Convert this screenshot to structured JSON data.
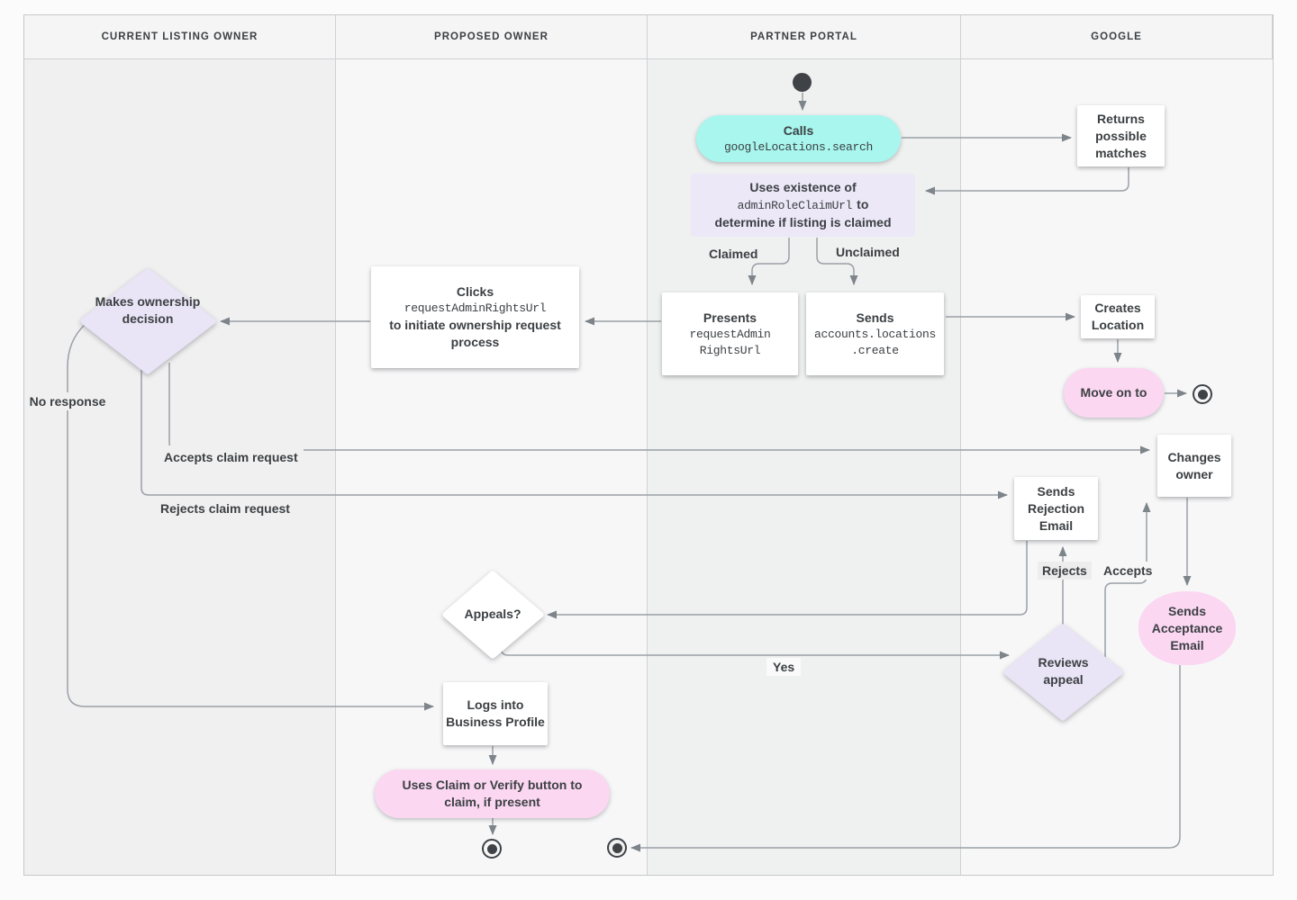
{
  "colors": {
    "teal": "#a8f6ee",
    "lavender": "#e9e4f6",
    "pink": "#fbd7f2",
    "node_text": "#3c4043",
    "line": "#9aa0a6",
    "lane_dark_bg": "#f0f0f1",
    "lane_light_bg": "#f7f7f8"
  },
  "lanes": [
    {
      "label": "CURRENT LISTING OWNER"
    },
    {
      "label": "PROPOSED OWNER"
    },
    {
      "label": "PARTNER PORTAL"
    },
    {
      "label": "GOOGLE"
    }
  ],
  "nodes": {
    "calls": {
      "title": "Calls",
      "code": "googleLocations.search"
    },
    "returns_matches": {
      "text": "Returns possible matches"
    },
    "uses_existence": {
      "line1": "Uses existence of",
      "code": "adminRoleClaimUrl",
      "suffix": "to",
      "line2": "determine if listing is claimed"
    },
    "presents": {
      "title": "Presents",
      "code1": "requestAdmin",
      "code2": "RightsUrl"
    },
    "sends_create": {
      "title": "Sends",
      "code1": "accounts.locations",
      "code2": ".create"
    },
    "creates_location": {
      "text": "Creates Location"
    },
    "move_on": {
      "text": "Move on to"
    },
    "clicks": {
      "title": "Clicks",
      "code": "requestAdminRightsUrl",
      "rest": "to initiate ownership request process"
    },
    "makes_decision": {
      "text": "Makes ownership decision"
    },
    "sends_rejection": {
      "text": "Sends Rejection Email"
    },
    "changes_owner": {
      "text": "Changes owner"
    },
    "sends_acceptance": {
      "text": "Sends Acceptance Email"
    },
    "appeals": {
      "text": "Appeals?"
    },
    "reviews_appeal": {
      "text": "Reviews appeal"
    },
    "logs_into": {
      "text": "Logs into Business Profile"
    },
    "uses_claim": {
      "text": "Uses Claim or Verify button to claim, if present"
    }
  },
  "edge_labels": {
    "claimed": "Claimed",
    "unclaimed": "Unclaimed",
    "no_response": "No response",
    "accepts_claim": "Accepts claim request",
    "rejects_claim": "Rejects claim request",
    "rejects": "Rejects",
    "accepts": "Accepts",
    "yes": "Yes"
  }
}
